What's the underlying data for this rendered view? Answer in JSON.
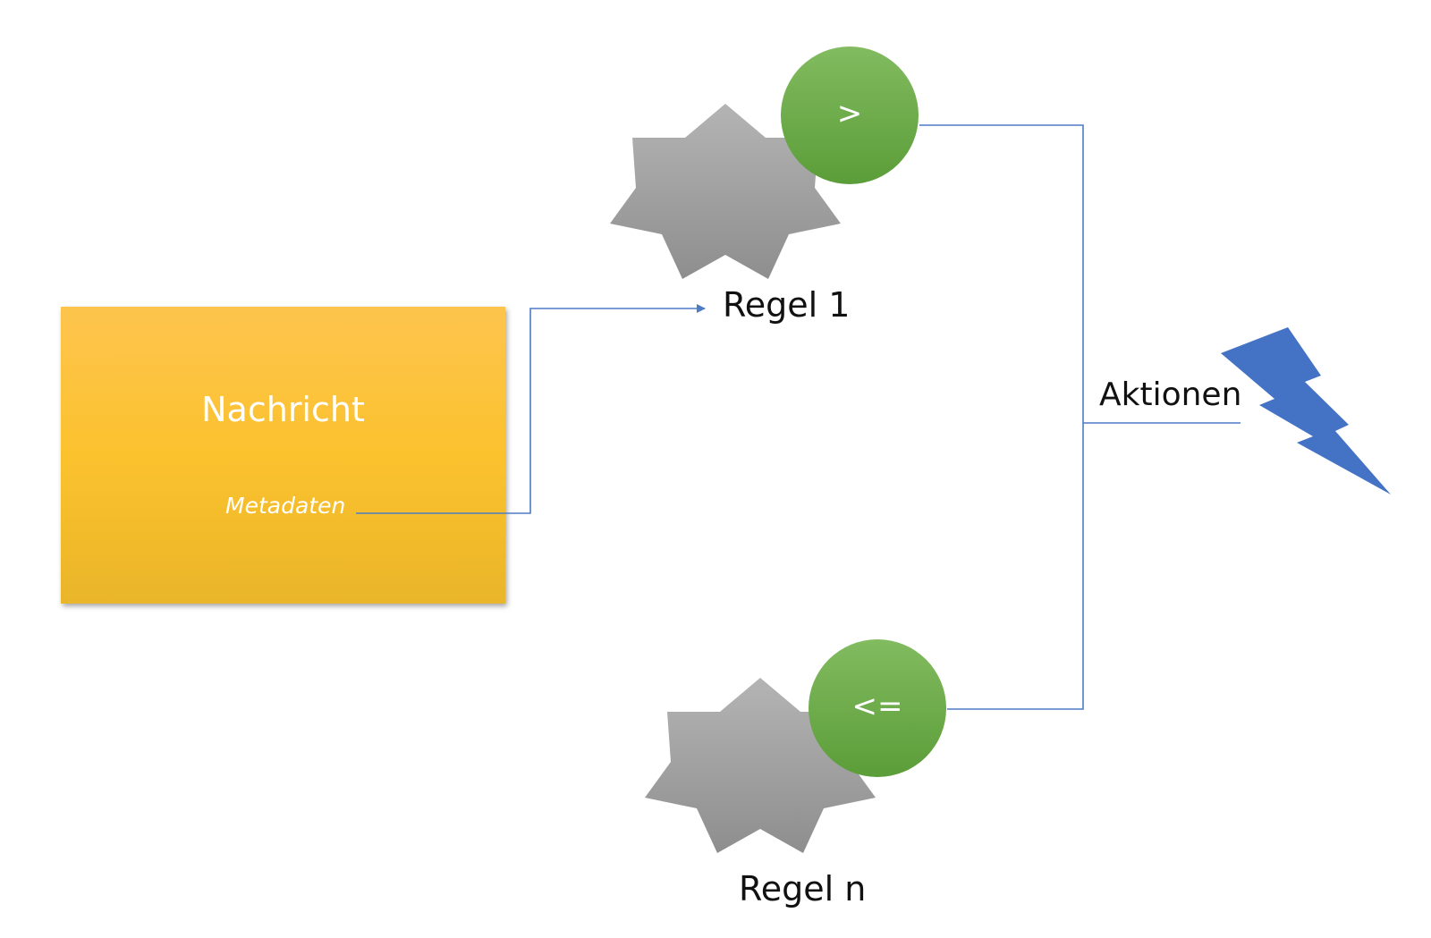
{
  "message": {
    "title": "Nachricht",
    "metadata": "Metadaten"
  },
  "rules": [
    {
      "label": "Regel 1",
      "operator": ">"
    },
    {
      "label": "Regel n",
      "operator": "<="
    }
  ],
  "actions": {
    "label": "Aktionen"
  },
  "colors": {
    "message_box": "#fcc13a",
    "operator_circle": "#6bab45",
    "rule_star": "#a0a0a0",
    "connector": "#4d7cc5",
    "lightning": "#4472c4"
  }
}
